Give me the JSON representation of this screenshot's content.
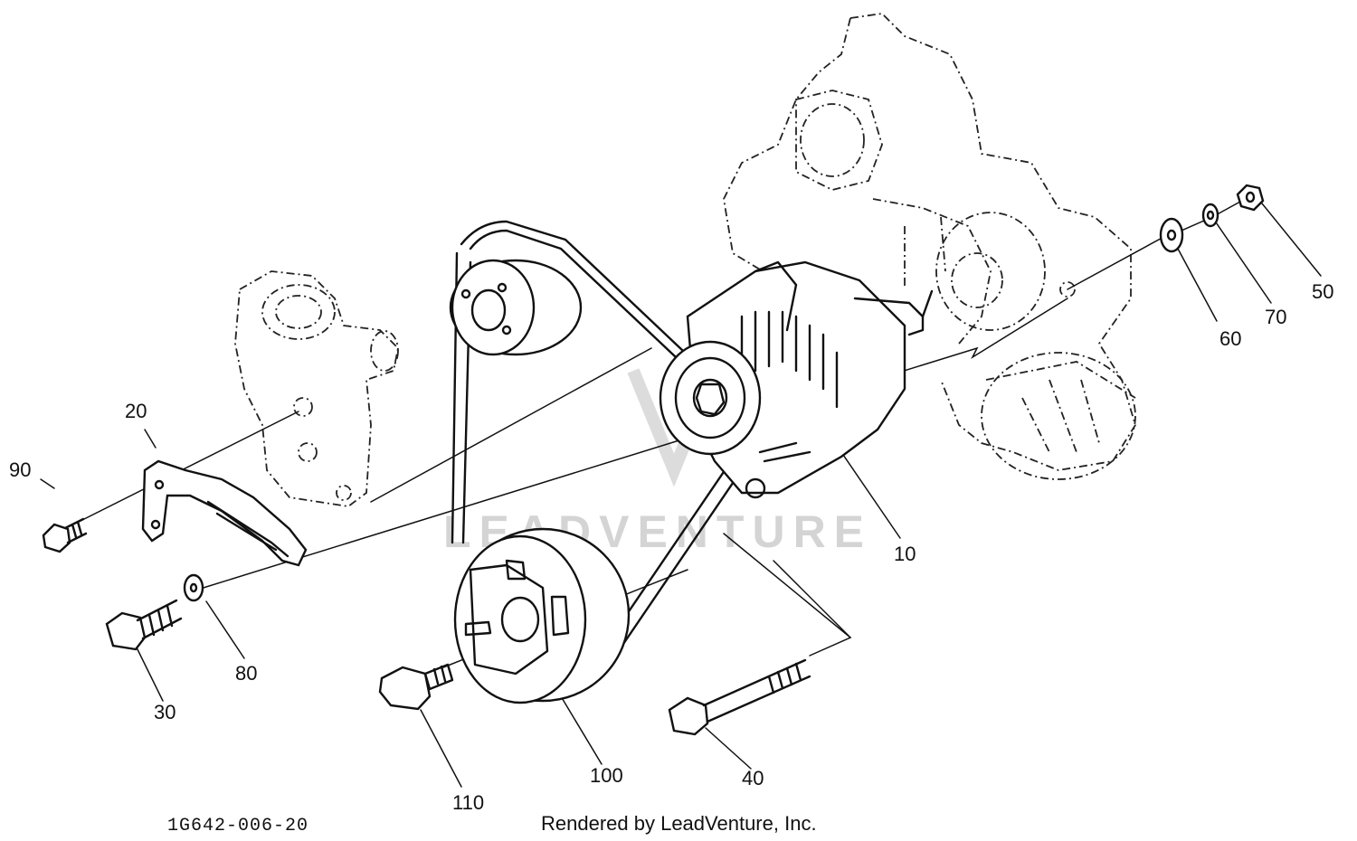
{
  "callouts": {
    "c10": "10",
    "c20": "20",
    "c30": "30",
    "c40": "40",
    "c50": "50",
    "c60": "60",
    "c70": "70",
    "c80": "80",
    "c90": "90",
    "c100": "100",
    "c110": "110"
  },
  "drawing_number": "1G642-006-20",
  "credit": "Rendered by LeadVenture, Inc.",
  "watermark": "LEADVENTURE"
}
